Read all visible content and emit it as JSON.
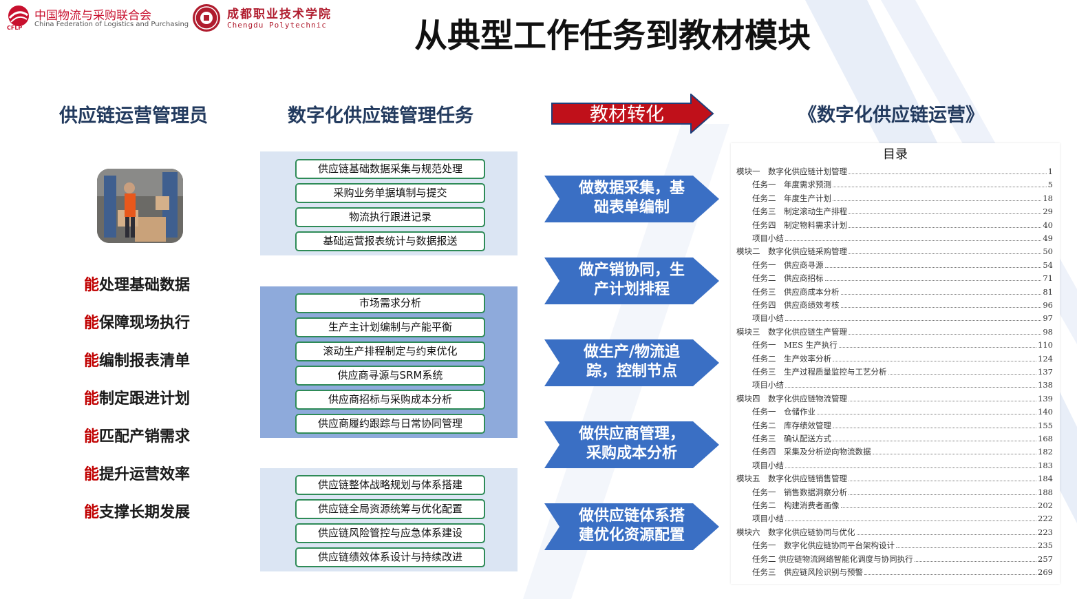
{
  "header": {
    "org1_name_cn": "中国物流与采购联合会",
    "org1_name_en": "China Federation of Logistics and Purchasing",
    "org1_abbr": "CFLP",
    "org2_name_cn": "成都职业技术学院",
    "org2_name_en": "Chengdu Polytechnic",
    "title": "从典型工作任务到教材模块"
  },
  "columns": {
    "role": "供应链运营管理员",
    "tasks": "数字化供应链管理任务",
    "transform": "教材转化",
    "book": "《数字化供应链运营》"
  },
  "abilities": [
    {
      "prefix": "能",
      "text": "处理基础数据"
    },
    {
      "prefix": "能",
      "text": "保障现场执行"
    },
    {
      "prefix": "能",
      "text": "编制报表清单"
    },
    {
      "prefix": "能",
      "text": "制定跟进计划"
    },
    {
      "prefix": "能",
      "text": "匹配产销需求"
    },
    {
      "prefix": "能",
      "text": "提升运营效率"
    },
    {
      "prefix": "能",
      "text": "支撑长期发展"
    }
  ],
  "task_groups": [
    [
      "供应链基础数据采集与规范处理",
      "采购业务单据填制与提交",
      "物流执行跟进记录",
      "基础运营报表统计与数据报送"
    ],
    [
      "市场需求分析",
      "生产主计划编制与产能平衡",
      "滚动生产排程制定与约束优化",
      "供应商寻源与SRM系统",
      "供应商招标与采购成本分析",
      "供应商履约跟踪与日常协同管理"
    ],
    [
      "供应链整体战略规划与体系搭建",
      "供应链全局资源统筹与优化配置",
      "供应链风险管控与应急体系建设",
      "供应链绩效体系设计与持续改进"
    ]
  ],
  "arrows": [
    {
      "line1": "做数据采集，基",
      "line2": "础表单编制"
    },
    {
      "line1": "做产销协同，生",
      "line2": "产计划排程"
    },
    {
      "line1": "做生产/物流追",
      "line2": "踪，控制节点"
    },
    {
      "line1": "做供应商管理，",
      "line2": "采购成本分析"
    },
    {
      "line1": "做供应链体系搭",
      "line2": "建优化资源配置"
    }
  ],
  "toc": {
    "title": "目录",
    "rows": [
      {
        "level": 0,
        "label": "模块一　数字化供应链计划管理",
        "page": "1"
      },
      {
        "level": 1,
        "label": "任务一　年度需求预测",
        "page": "5"
      },
      {
        "level": 1,
        "label": "任务二　年度生产计划",
        "page": "18"
      },
      {
        "level": 1,
        "label": "任务三　制定滚动生产排程",
        "page": "29"
      },
      {
        "level": 1,
        "label": "任务四　制定物料需求计划",
        "page": "40"
      },
      {
        "level": 1,
        "label": "项目小结",
        "page": "49"
      },
      {
        "level": 0,
        "label": "模块二　数字化供应链采购管理",
        "page": "50"
      },
      {
        "level": 1,
        "label": "任务一　供应商寻源",
        "page": "54"
      },
      {
        "level": 1,
        "label": "任务二　供应商招标",
        "page": "71"
      },
      {
        "level": 1,
        "label": "任务三　供应商成本分析",
        "page": "81"
      },
      {
        "level": 1,
        "label": "任务四　供应商绩效考核",
        "page": "96"
      },
      {
        "level": 1,
        "label": "项目小结",
        "page": "97"
      },
      {
        "level": 0,
        "label": "模块三　数字化供应链生产管理",
        "page": "98"
      },
      {
        "level": 1,
        "label": "任务一　MES 生产执行",
        "page": "110"
      },
      {
        "level": 1,
        "label": "任务二　生产效率分析",
        "page": "124"
      },
      {
        "level": 1,
        "label": "任务三　生产过程质量监控与工艺分析",
        "page": "137"
      },
      {
        "level": 1,
        "label": "项目小结",
        "page": "138"
      },
      {
        "level": 0,
        "label": "模块四　数字化供应链物流管理",
        "page": "139"
      },
      {
        "level": 1,
        "label": "任务一　仓储作业",
        "page": "140"
      },
      {
        "level": 1,
        "label": "任务二　库存绩效管理",
        "page": "155"
      },
      {
        "level": 1,
        "label": "任务三　确认配送方式",
        "page": "168"
      },
      {
        "level": 1,
        "label": "任务四　采集及分析逆向物流数据",
        "page": "182"
      },
      {
        "level": 1,
        "label": "项目小结",
        "page": "183"
      },
      {
        "level": 0,
        "label": "模块五　数字化供应链销售管理",
        "page": "184"
      },
      {
        "level": 1,
        "label": "任务一　销售数据洞察分析",
        "page": "188"
      },
      {
        "level": 1,
        "label": "任务二　构建消费者画像",
        "page": "202"
      },
      {
        "level": 1,
        "label": "项目小结",
        "page": "222"
      },
      {
        "level": 0,
        "label": "模块六　数字化供应链协同与优化",
        "page": "223"
      },
      {
        "level": 1,
        "label": "任务一　数字化供应链协同平台架构设计",
        "page": "235"
      },
      {
        "level": 1,
        "label": "任务二 供应链物流网络智能化调度与协同执行",
        "page": "257"
      },
      {
        "level": 1,
        "label": "任务三　供应链风险识别与预警",
        "page": "269"
      }
    ]
  },
  "colors": {
    "accent_red": "#c00000",
    "header_blue": "#223a5e",
    "arrow_blue": "#3a6fc4",
    "arrow_red": "#c0101a",
    "task_border": "#2e8b57"
  }
}
